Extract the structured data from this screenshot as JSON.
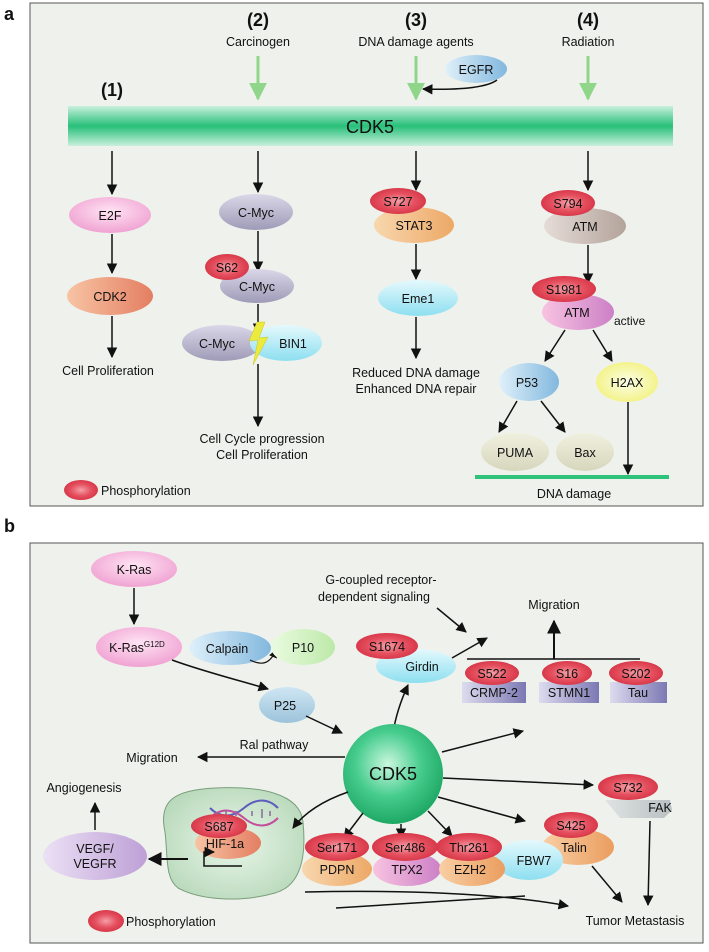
{
  "panel_a": {
    "label": "a",
    "hub": "CDK5",
    "pathways": {
      "p1": {
        "number": "(1)"
      },
      "p2": {
        "number": "(2)",
        "stimulus": "Carcinogen"
      },
      "p3": {
        "number": "(3)",
        "stimulus": "DNA damage agents",
        "receptor": "EGFR"
      },
      "p4": {
        "number": "(4)",
        "stimulus": "Radiation"
      }
    },
    "nodes": {
      "e2f": "E2F",
      "cdk2": "CDK2",
      "cmyc1": "C-Myc",
      "s62": "S62",
      "cmyc2": "C-Myc",
      "cmyc3": "C-Myc",
      "bin1": "BIN1",
      "s727": "S727",
      "stat3": "STAT3",
      "eme1": "Eme1",
      "s794": "S794",
      "atm1": "ATM",
      "s1981": "S1981",
      "atm2": "ATM",
      "active": "active",
      "p53": "P53",
      "h2ax": "H2AX",
      "puma": "PUMA",
      "bax": "Bax"
    },
    "outcomes": {
      "o1": "Cell Proliferation",
      "o2a": "Cell Cycle progression",
      "o2b": "Cell Proliferation",
      "o3a": "Reduced DNA damage",
      "o3b": "Enhanced DNA repair",
      "o4": "DNA damage"
    },
    "legend": "Phosphorylation"
  },
  "panel_b": {
    "label": "b",
    "hub": "CDK5",
    "nodes": {
      "kras": "K-Ras",
      "kras_mut": "K-Ras",
      "kras_mut_sup": "G12D",
      "calpain": "Calpain",
      "p10": "P10",
      "p25": "P25",
      "gcoupled1": "G-coupled receptor-",
      "gcoupled2": "dependent signaling",
      "migration_top": "Migration",
      "s1674": "S1674",
      "girdin": "Girdin",
      "s522": "S522",
      "crmp2": "CRMP-2",
      "s16": "S16",
      "stmn1": "STMN1",
      "s202": "S202",
      "tau": "Tau",
      "migration_left": "Migration",
      "ral": "Ral pathway",
      "s732": "S732",
      "fak": "FAK",
      "angiogenesis": "Angiogenesis",
      "vegf1": "VEGF/",
      "vegf2": "VEGFR",
      "s687": "S687",
      "hif": "HIF-1a",
      "ser171": "Ser171",
      "pdpn": "PDPN",
      "ser486": "Ser486",
      "tpx2": "TPX2",
      "thr261": "Thr261",
      "ezh2": "EZH2",
      "fbw7": "FBW7",
      "s425": "S425",
      "talin": "Talin",
      "metastasis": "Tumor Metastasis"
    },
    "legend": "Phosphorylation"
  },
  "colors": {
    "panel_bg": "#eff2ec",
    "phospho": "#e0404f",
    "hub": "#2fc07f",
    "dna_bar": "#2ec27a"
  }
}
